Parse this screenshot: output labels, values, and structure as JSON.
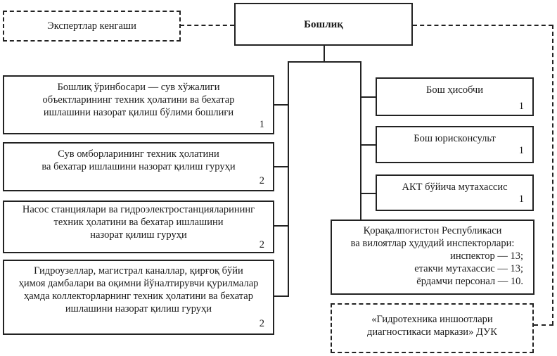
{
  "head": {
    "title": "Бошлиқ"
  },
  "advisory": {
    "label": "Экспертлар кенгаши"
  },
  "left_units": [
    {
      "lines": [
        "Бошлиқ ўринбосари — сув хўжалиги",
        "объектларининг техник ҳолатини ва бехатар",
        "ишлашини назорат қилиш бўлими бошлиғи"
      ],
      "count": "1"
    },
    {
      "lines": [
        "Сув омборларининг техник ҳолатини",
        "ва бехатар ишлашини назорат қилиш гуруҳи"
      ],
      "count": "2"
    },
    {
      "lines": [
        "Насос станциялари ва гидроэлектростанцияларининг",
        "техник ҳолатини ва бехатар ишлашини",
        "назорат қилиш гуруҳи"
      ],
      "count": "2"
    },
    {
      "lines": [
        "Гидроузеллар, магистрал каналлар, қирғоқ бўйи",
        "ҳимоя дамбалари ва оқимни йўналтирувчи қурилмалар",
        "ҳамда коллекторларнинг техник ҳолатини ва бехатар",
        "ишлашини назорат қилиш гуруҳи"
      ],
      "count": "2"
    }
  ],
  "right_units": [
    {
      "lines": [
        "Бош ҳисобчи"
      ],
      "count": "1"
    },
    {
      "lines": [
        "Бош юрисконсульт"
      ],
      "count": "1"
    },
    {
      "lines": [
        "АКТ бўйича мутахассис"
      ],
      "count": "1"
    }
  ],
  "regional": {
    "title_lines": [
      "Қорақалпоғистон Республикаси",
      "ва вилоятлар ҳудудий инспекторлари:"
    ],
    "staff": [
      "инспектор — 13;",
      "етакчи мутахассис — 13;",
      "ёрдамчи персонал — 10."
    ]
  },
  "subordinate": {
    "lines": [
      "«Гидротехника иншоотлари",
      "диагностикаси маркази» ДУК"
    ]
  }
}
